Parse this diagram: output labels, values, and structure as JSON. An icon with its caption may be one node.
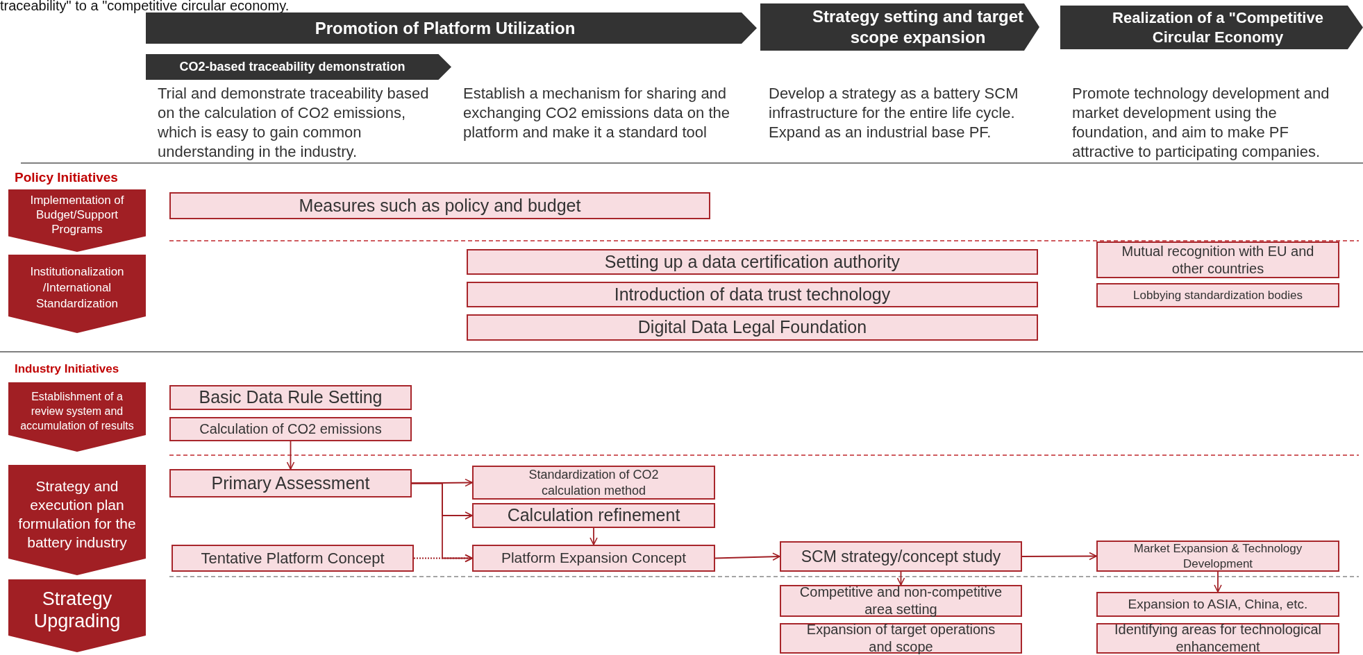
{
  "diagram": {
    "nodes": [
      {
        "text": [
          "Promotion of Platform Utilization"
        ]
      },
      {
        "text": [
          "Strategy setting and target scope expansion"
        ]
      },
      {
        "text": [
          "Realization of a \"Competitive Circular Economy"
        ]
      },
      {
        "text": [
          "CO2-based traceability demonstration"
        ]
      },
      {
        "text": [
          "Implementation of Budget/Support Programs"
        ]
      },
      {
        "text": [
          "Institutionalization /International Standardization"
        ]
      },
      {
        "text": [
          "Measures such as policy and budget"
        ]
      },
      {
        "text": [
          "Setting up a data certification authority"
        ]
      },
      {
        "text": [
          "Introduction of data trust technology"
        ]
      },
      {
        "text": [
          "Digital Data Legal Foundation"
        ]
      },
      {
        "text": [
          "Mutual recognition with EU and other countries"
        ]
      },
      {
        "text": [
          "Lobbying standardization bodies"
        ]
      },
      {
        "text": [
          "Establishment of a review system and accumulation of results"
        ]
      },
      {
        "text": [
          "Strategy and execution plan formulation for the battery industry"
        ]
      },
      {
        "text": [
          "Strategy Upgrading"
        ]
      },
      {
        "text": [
          "Basic Data Rule Setting"
        ]
      },
      {
        "text": [
          "Calculation of CO2 emissions"
        ]
      },
      {
        "text": [
          "Primary Assessment"
        ]
      },
      {
        "text": [
          "Standardization of CO2 calculation method"
        ]
      },
      {
        "text": [
          "Calculation refinement"
        ]
      },
      {
        "text": [
          "Tentative Platform Concept"
        ]
      },
      {
        "text": [
          "Platform Expansion Concept"
        ]
      },
      {
        "text": [
          "SCM strategy/concept study"
        ]
      },
      {
        "text": [
          "Market Expansion & Technology Development"
        ]
      },
      {
        "text": [
          "Competitive and non-competitive area setting"
        ]
      },
      {
        "text": [
          "Expansion to ASIA, China, etc."
        ]
      },
      {
        "text": [
          "Expansion of target operations and scope"
        ]
      },
      {
        "text": [
          "Identifying areas for technological enhancement"
        ]
      }
    ],
    "edges": [
      {
        "from": 16,
        "to": 17,
        "arrow": "to"
      },
      {
        "from": 17,
        "to": 18,
        "arrow": "to"
      },
      {
        "from": 17,
        "to": 19,
        "arrow": "to"
      },
      {
        "from": 17,
        "to": 21,
        "arrow": "to"
      },
      {
        "from": 20,
        "to": 21,
        "arrow": "to",
        "style": "dashed"
      },
      {
        "from": 19,
        "to": 21,
        "arrow": "to"
      },
      {
        "from": 21,
        "to": 22,
        "arrow": "to"
      },
      {
        "from": 22,
        "to": 23,
        "arrow": "to"
      },
      {
        "from": 22,
        "to": 24,
        "arrow": "to"
      },
      {
        "from": 23,
        "to": 25,
        "arrow": "to"
      }
    ],
    "labels": [
      "traceability\" to a \"competitive circular economy.",
      "Trial and demonstrate traceability based on the calculation of CO2 emissions, which is easy to gain common understanding in the industry.",
      "Establish a mechanism for sharing and exchanging CO2 emissions data on the platform and make it a standard tool",
      "Develop a strategy as a battery SCM infrastructure for the entire life cycle. Expand as an industrial base PF.",
      "Promote technology development and market development using the foundation, and aim to make PF attractive to participating companies.",
      "Policy Initiatives",
      "Industry Initiatives"
    ]
  }
}
